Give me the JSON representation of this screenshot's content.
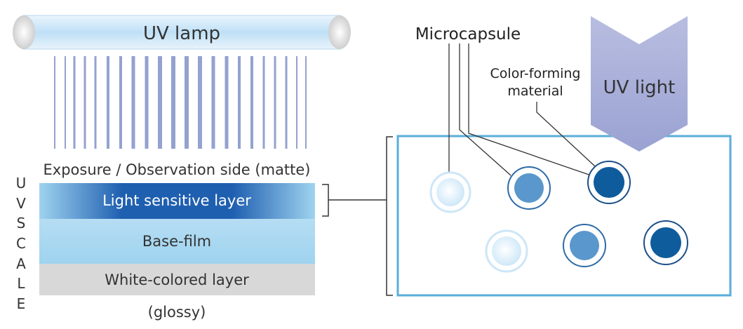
{
  "lamp": {
    "label": "UV lamp"
  },
  "film": {
    "top_caption": "Exposure / Observation side (matte)",
    "layers": [
      {
        "key": "light_sensitive",
        "label": "Light sensitive layer"
      },
      {
        "key": "base",
        "label": "Base-film"
      },
      {
        "key": "white",
        "label": "White-colored layer"
      }
    ],
    "bottom_caption": "(glossy)"
  },
  "brand": {
    "letters": [
      "U",
      "V",
      "S",
      "C",
      "A",
      "L",
      "E"
    ]
  },
  "callouts": {
    "microcapsule": "Microcapsule",
    "color_forming_line1": "Color-forming",
    "color_forming_line2": "material"
  },
  "uv_arrow": {
    "label": "UV light"
  },
  "colors": {
    "lamp_tube": "#cfe6f7",
    "ray": "#6f83bf",
    "light_sensitive_core": "#1f5fb0",
    "base_film": "#9fd3ef",
    "white_layer": "#d8d8d8",
    "panel_border": "#5aaed9",
    "arrow": "#aab0d8",
    "capsule_dark": "#0e5c9c",
    "capsule_mid": "#5a97cc",
    "capsule_light": "#dbeefa"
  }
}
